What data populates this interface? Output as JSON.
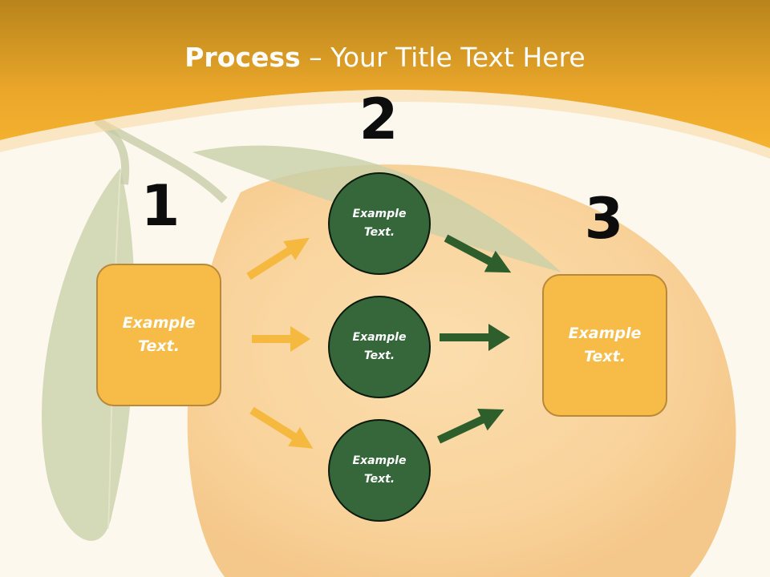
{
  "title": {
    "bold": "Process",
    "rest": " – Your Title Text Here"
  },
  "steps": [
    {
      "number": "1",
      "label": "Example\nText."
    },
    {
      "number": "2",
      "labels": [
        "Example\nText.",
        "Example\nText.",
        "Example\nText."
      ]
    },
    {
      "number": "3",
      "label": "Example\nText."
    }
  ],
  "colors": {
    "header_orange": "#f2ae2a",
    "box_fill": "#f7bb48",
    "circle_fill": "#35673a",
    "arrow_orange": "#f5b940",
    "arrow_green": "#2f5e2d"
  }
}
